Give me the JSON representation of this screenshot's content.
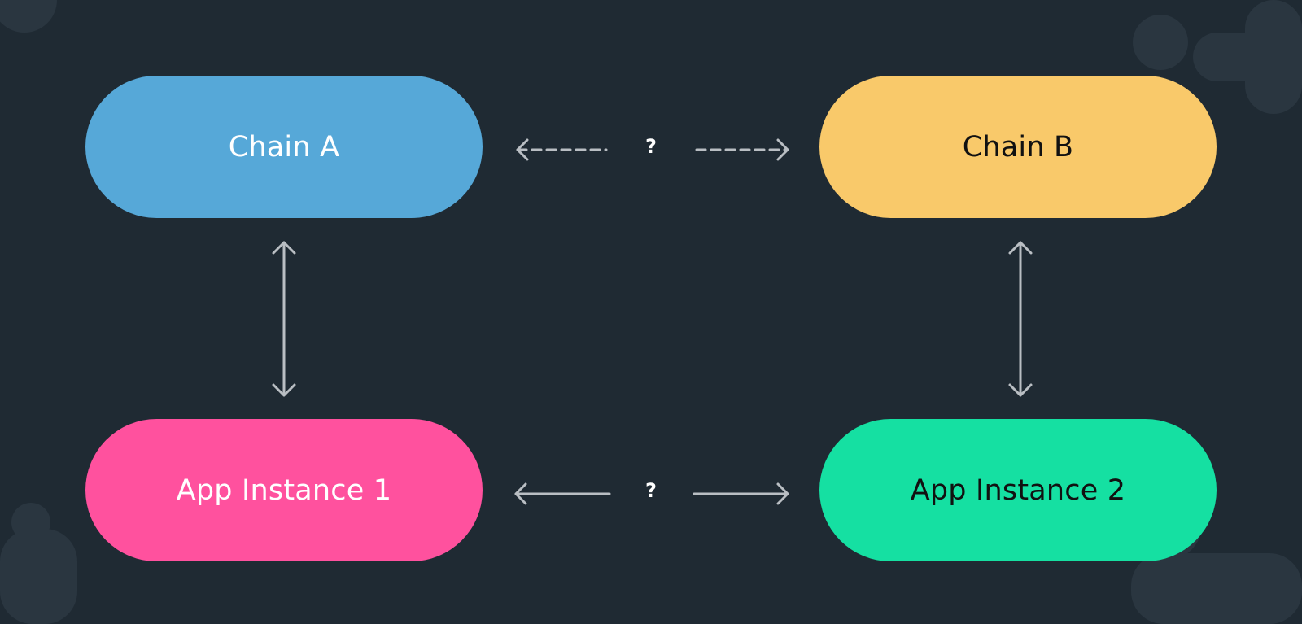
{
  "nodes": {
    "chain_a": {
      "label": "Chain A",
      "fill": "#56a8d8",
      "text_color": "#ffffff"
    },
    "chain_b": {
      "label": "Chain B",
      "fill": "#f9c96a",
      "text_color": "#111111"
    },
    "app_1": {
      "label": "App Instance 1",
      "fill": "#ff519e",
      "text_color": "#ffffff"
    },
    "app_2": {
      "label": "App Instance 2",
      "fill": "#15e0a2",
      "text_color": "#111111"
    }
  },
  "connections": {
    "chains": {
      "label": "?",
      "style": "dashed",
      "direction": "bidirectional"
    },
    "apps": {
      "label": "?",
      "style": "solid",
      "direction": "bidirectional"
    },
    "chain_a_app_1": {
      "style": "solid",
      "direction": "bidirectional"
    },
    "chain_b_app_2": {
      "style": "solid",
      "direction": "bidirectional"
    }
  },
  "colors": {
    "background": "#1f2a33",
    "arrow": "#b9bec3",
    "decor": "#2a3640"
  }
}
